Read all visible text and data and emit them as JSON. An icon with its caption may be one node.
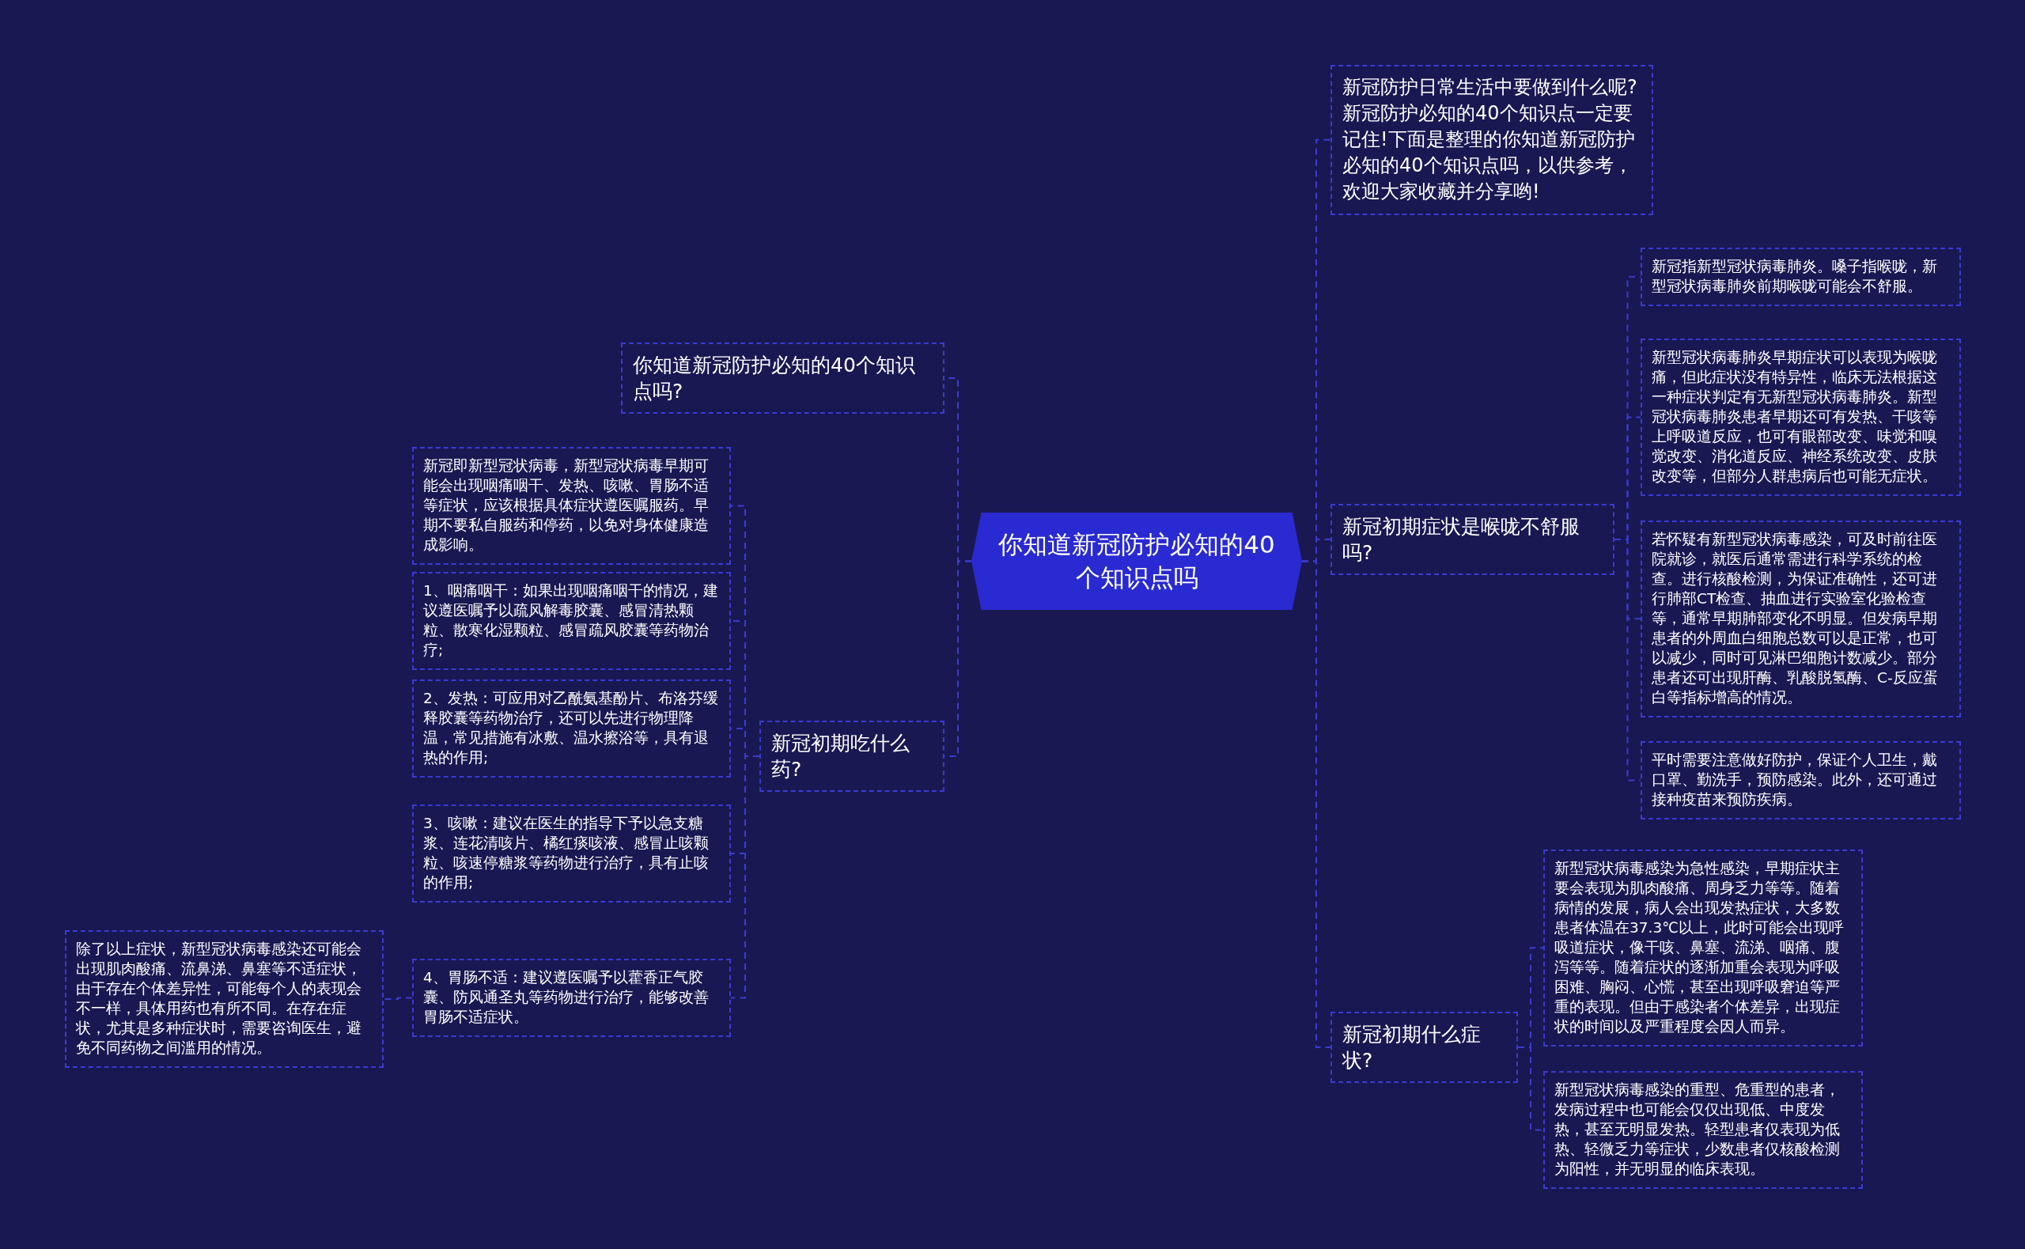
{
  "diagram": {
    "nodes": [
      {
        "text": [
          "你知道新冠防护必知的40个知识点吗"
        ]
      },
      {
        "text": [
          "你知道新冠防护必知的40个知识点吗?"
        ]
      },
      {
        "text": [
          "新冠初期吃什么药?"
        ]
      },
      {
        "text": [
          "新冠即新型冠状病毒，新型冠状病毒早期可能会出现咽痛咽干、发热、咳嗽、胃肠不适等症状，应该根据具体症状遵医嘱服药。早期不要私自服药和停药，以免对身体健康造成影响。"
        ]
      },
      {
        "text": [
          "1、咽痛咽干：如果出现咽痛咽干的情况，建议遵医嘱予以疏风解毒胶囊、感冒清热颗粒、散寒化湿颗粒、感冒疏风胶囊等药物治疗;"
        ]
      },
      {
        "text": [
          "2、发热：可应用对乙酰氨基酚片、布洛芬缓释胶囊等药物治疗，还可以先进行物理降温，常见措施有冰敷、温水擦浴等，具有退热的作用;"
        ]
      },
      {
        "text": [
          "3、咳嗽：建议在医生的指导下予以急支糖浆、连花清咳片、橘红痰咳液、感冒止咳颗粒、咳速停糖浆等药物进行治疗，具有止咳的作用;"
        ]
      },
      {
        "text": [
          "4、胃肠不适：建议遵医嘱予以藿香正气胶囊、防风通圣丸等药物进行治疗，能够改善胃肠不适症状。"
        ]
      },
      {
        "text": [
          "除了以上症状，新型冠状病毒感染还可能会出现肌肉酸痛、流鼻涕、鼻塞等不适症状，由于存在个体差异性，可能每个人的表现会不一样，具体用药也有所不同。在存在症状，尤其是多种症状时，需要咨询医生，避免不同药物之间滥用的情况。"
        ]
      },
      {
        "text": [
          "新冠防护日常生活中要做到什么呢?新冠防护必知的40个知识点一定要记住!下面是整理的你知道新冠防护必知的40个知识点吗，以供参考，欢迎大家收藏并分享哟!"
        ]
      },
      {
        "text": [
          "新冠初期症状是喉咙不舒服吗?"
        ]
      },
      {
        "text": [
          "新冠指新型冠状病毒肺炎。嗓子指喉咙，新型冠状病毒肺炎前期喉咙可能会不舒服。"
        ]
      },
      {
        "text": [
          "新型冠状病毒肺炎早期症状可以表现为喉咙痛，但此症状没有特异性，临床无法根据这一种症状判定有无新型冠状病毒肺炎。新型冠状病毒肺炎患者早期还可有发热、干咳等上呼吸道反应，也可有眼部改变、味觉和嗅觉改变、消化道反应、神经系统改变、皮肤改变等，但部分人群患病后也可能无症状。"
        ]
      },
      {
        "text": [
          "若怀疑有新型冠状病毒感染，可及时前往医院就诊，就医后通常需进行科学系统的检查。进行核酸检测，为保证准确性，还可进行肺部CT检查、抽血进行实验室化验检查等，通常早期肺部变化不明显。但发病早期患者的外周血白细胞总数可以是正常，也可以减少，同时可见淋巴细胞计数减少。部分患者还可出现肝酶、乳酸脱氢酶、C-反应蛋白等指标增高的情况。"
        ]
      },
      {
        "text": [
          "平时需要注意做好防护，保证个人卫生，戴口罩、勤洗手，预防感染。此外，还可通过接种疫苗来预防疾病。"
        ]
      },
      {
        "text": [
          "新冠初期什么症状?"
        ]
      },
      {
        "text": [
          "新型冠状病毒感染为急性感染，早期症状主要会表现为肌肉酸痛、周身乏力等等。随着病情的发展，病人会出现发热症状，大多数患者体温在37.3℃以上，此时可能会出现呼吸道症状，像干咳、鼻塞、流涕、咽痛、腹泻等等。随着症状的逐渐加重会表现为呼吸困难、胸闷、心慌，甚至出现呼吸窘迫等严重的表现。但由于感染者个体差异，出现症状的时间以及严重程度会因人而异。"
        ]
      },
      {
        "text": [
          "新型冠状病毒感染的重型、危重型的患者，发病过程中也可能会仅仅出现低、中度发热，甚至无明显发热。轻型患者仅表现为低热、轻微乏力等症状，少数患者仅核酸检测为阳性，并无明显的临床表现。"
        ]
      }
    ],
    "edges": [
      {
        "from": 0,
        "to": 1,
        "arrow": "none",
        "style": "dashed"
      },
      {
        "from": 0,
        "to": 2,
        "arrow": "none",
        "style": "dashed"
      },
      {
        "from": 2,
        "to": 3,
        "arrow": "none",
        "style": "dashed"
      },
      {
        "from": 2,
        "to": 4,
        "arrow": "none",
        "style": "dashed"
      },
      {
        "from": 2,
        "to": 5,
        "arrow": "none",
        "style": "dashed"
      },
      {
        "from": 2,
        "to": 6,
        "arrow": "none",
        "style": "dashed"
      },
      {
        "from": 2,
        "to": 7,
        "arrow": "none",
        "style": "dashed"
      },
      {
        "from": 7,
        "to": 8,
        "arrow": "none",
        "style": "dashed"
      },
      {
        "from": 0,
        "to": 9,
        "arrow": "none",
        "style": "dashed"
      },
      {
        "from": 0,
        "to": 10,
        "arrow": "none",
        "style": "dashed"
      },
      {
        "from": 10,
        "to": 11,
        "arrow": "none",
        "style": "dashed"
      },
      {
        "from": 10,
        "to": 12,
        "arrow": "none",
        "style": "dashed"
      },
      {
        "from": 10,
        "to": 13,
        "arrow": "none",
        "style": "dashed"
      },
      {
        "from": 10,
        "to": 14,
        "arrow": "none",
        "style": "dashed"
      },
      {
        "from": 0,
        "to": 15,
        "arrow": "none",
        "style": "dashed"
      },
      {
        "from": 15,
        "to": 16,
        "arrow": "none",
        "style": "dashed"
      },
      {
        "from": 15,
        "to": 17,
        "arrow": "none",
        "style": "dashed"
      }
    ]
  }
}
